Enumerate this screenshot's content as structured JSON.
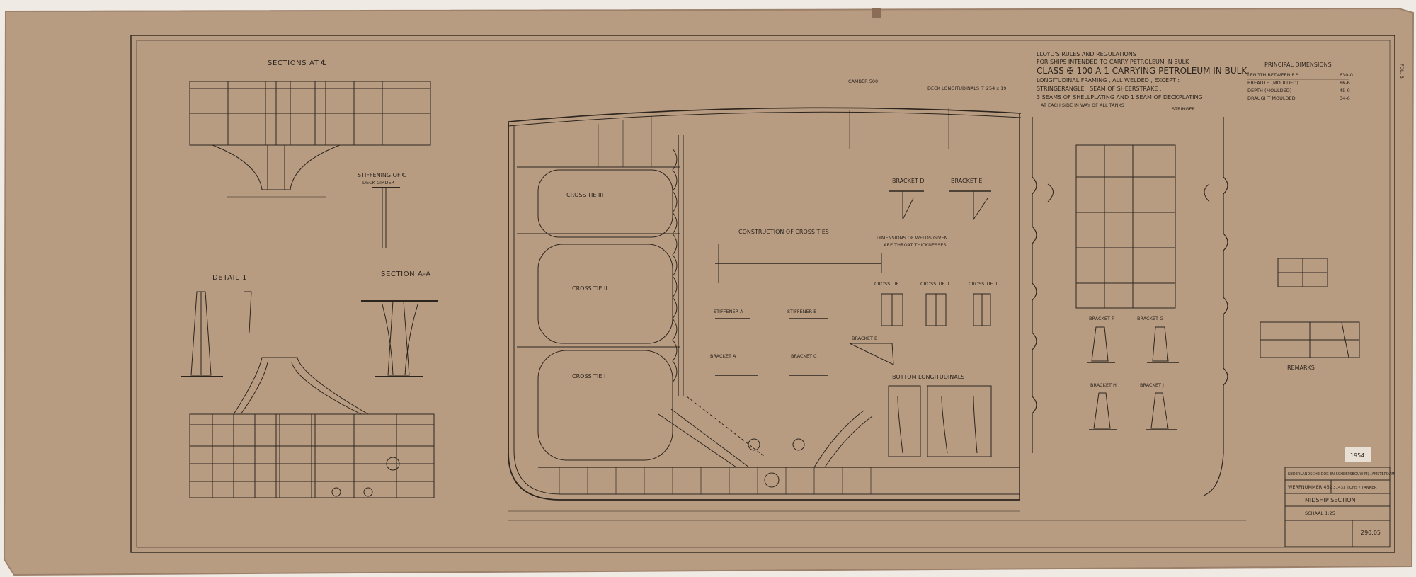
{
  "paper_color": "#b89c82",
  "ink_color": "#2c241d",
  "headings": {
    "sections_at_cl": "SECTIONS AT ℄",
    "stiffening_of_cl": "STIFFENING OF ℄",
    "deck_girder": "DECK GIRDER",
    "detail_1": "DETAIL 1",
    "section_aa": "SECTION A-A",
    "construction_of_cross_ties": "CONSTRUCTION OF CROSS TIES",
    "bracket_d": "BRACKET D",
    "bracket_e": "BRACKET E",
    "dimensions_note_1": "DIMENSIONS OF WELDS GIVEN",
    "dimensions_note_2": "ARE THROAT THICKNESSES",
    "cross_tie_i": "CROSS TIE I",
    "cross_tie_ii": "CROSS TIE II",
    "cross_tie_iii": "CROSS TIE III",
    "stiffener_a": "STIFFENER A",
    "stiffener_b": "STIFFENER B",
    "bracket_a": "BRACKET A",
    "bracket_b": "BRACKET B",
    "bracket_c": "BRACKET C",
    "bottom_longitudinals": "BOTTOM LONGITUDINALS",
    "bracket_f": "BRACKET F",
    "bracket_g": "BRACKET G",
    "bracket_h": "BRACKET H",
    "bracket_j": "BRACKET J",
    "deck_longitudinals": "DECK LONGITUDINALS ⊤ 254 x 19",
    "camber": "CAMBER 500",
    "stringer": "STRINGER",
    "remarks": "REMARKS"
  },
  "tank_labels": {
    "cross_tie_iii": "CROSS TIE III",
    "cross_tie_ii": "CROSS TIE II",
    "cross_tie_i": "CROSS TIE I"
  },
  "lloyds": {
    "line1": "LLOYD'S RULES AND REGULATIONS",
    "line2": "FOR SHIPS INTENDED TO CARRY PETROLEUM IN BULK",
    "class_line": "CLASS ✠ 100 A 1 CARRYING PETROLEUM IN BULK.",
    "line4": "LONGITUDINAL FRAMING , ALL WELDED , EXCEPT :",
    "line5": "STRINGERANGLE , SEAM OF SHEERSTRAKE ,",
    "line6": "3 SEAMS OF SHELLPLATING AND 1 SEAM OF DECKPLATING",
    "line7": "AT EACH SIDE IN WAY OF ALL TANKS"
  },
  "principal_dimensions": {
    "title": "PRINCIPAL DIMENSIONS",
    "rows": [
      {
        "label": "LENGTH BETWEEN P.P.",
        "value": "630-0"
      },
      {
        "label": "BREADTH (MOULDED)",
        "value": "86-6"
      },
      {
        "label": "DEPTH (MOULDED)",
        "value": "45-0"
      },
      {
        "label": "DRAUGHT MOULDED",
        "value": "34-6"
      }
    ]
  },
  "title_block": {
    "company": "NEDERLANDSCHE DOK EN SCHEEPSBOUW MIJ. AMSTERDAM",
    "yard_no": "WERFNUMMER 462",
    "tonnage": "31433 TONS / TANKER",
    "title": "MIDSHIP SECTION",
    "scale": "SCHAAL 1:25",
    "drawing_no": "290.05"
  },
  "stamp": "1954",
  "margin_note": "FOL. 8"
}
